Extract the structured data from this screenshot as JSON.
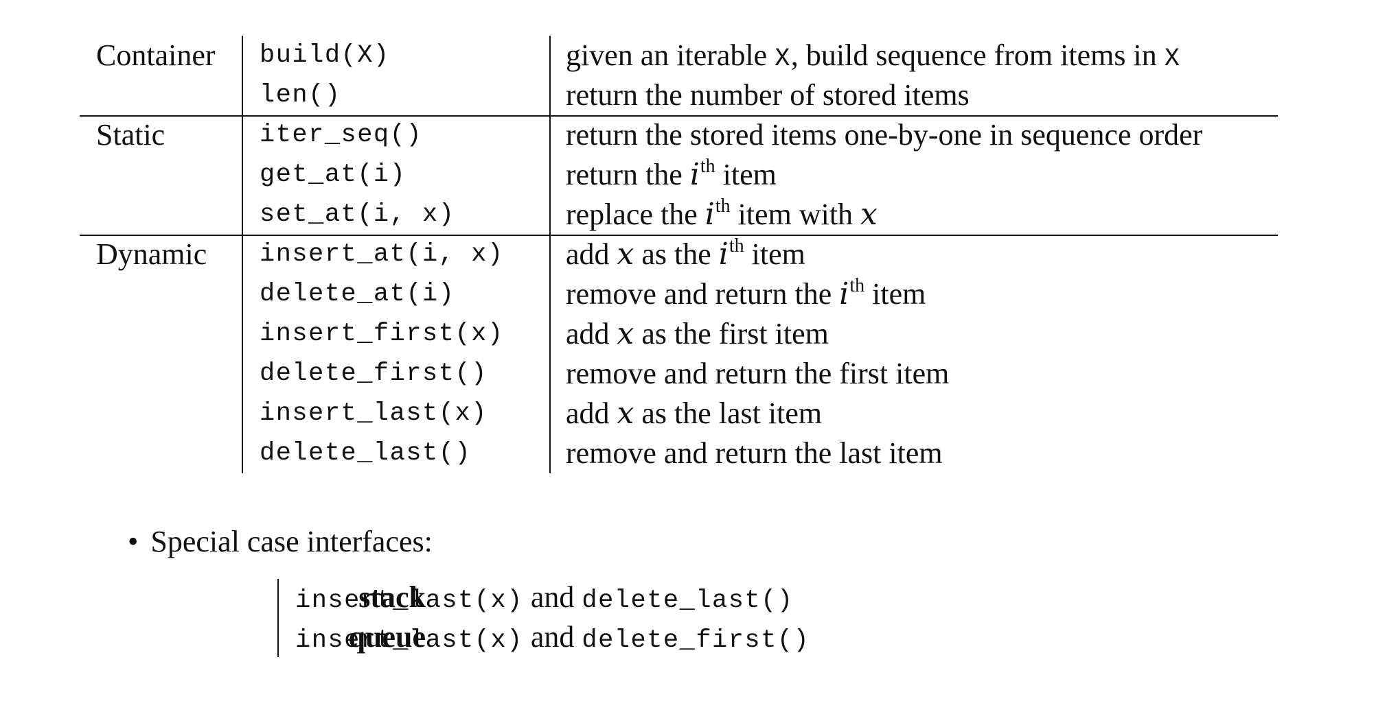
{
  "interface_table": {
    "groups": [
      {
        "name": "Container",
        "rows": [
          {
            "op": "build(X)",
            "desc": [
              {
                "t": "given an iterable "
              },
              {
                "t": "X",
                "mono": true
              },
              {
                "t": ", build sequence from items in "
              },
              {
                "t": "X",
                "mono": true
              }
            ]
          },
          {
            "op": "len()",
            "desc": [
              {
                "t": "return the number of stored items"
              }
            ]
          }
        ]
      },
      {
        "name": "Static",
        "rows": [
          {
            "op": "iter_seq()",
            "desc": [
              {
                "t": "return the stored items one-by-one in sequence order"
              }
            ]
          },
          {
            "op": "get_at(i)",
            "desc": [
              {
                "t": "return the "
              },
              {
                "t": "i",
                "math": true
              },
              {
                "t": "th",
                "sup": true
              },
              {
                "t": " item"
              }
            ]
          },
          {
            "op": "set_at(i, x)",
            "desc": [
              {
                "t": "replace the "
              },
              {
                "t": "i",
                "math": true
              },
              {
                "t": "th",
                "sup": true
              },
              {
                "t": " item with "
              },
              {
                "t": "x",
                "math": true
              }
            ]
          }
        ]
      },
      {
        "name": "Dynamic",
        "rows": [
          {
            "op": "insert_at(i, x)",
            "desc": [
              {
                "t": "add "
              },
              {
                "t": "x",
                "math": true
              },
              {
                "t": " as the "
              },
              {
                "t": "i",
                "math": true
              },
              {
                "t": "th",
                "sup": true
              },
              {
                "t": " item"
              }
            ]
          },
          {
            "op": "delete_at(i)",
            "desc": [
              {
                "t": "remove and return the "
              },
              {
                "t": "i",
                "math": true
              },
              {
                "t": "th",
                "sup": true
              },
              {
                "t": " item"
              }
            ]
          },
          {
            "op": "insert_first(x)",
            "desc": [
              {
                "t": "add "
              },
              {
                "t": "x",
                "math": true
              },
              {
                "t": " as the first item"
              }
            ]
          },
          {
            "op": "delete_first()",
            "desc": [
              {
                "t": "remove and return the first item"
              }
            ]
          },
          {
            "op": "insert_last(x)",
            "desc": [
              {
                "t": "add "
              },
              {
                "t": "x",
                "math": true
              },
              {
                "t": " as the last item"
              }
            ]
          },
          {
            "op": "delete_last()",
            "desc": [
              {
                "t": "remove and return the last item"
              }
            ]
          }
        ]
      }
    ]
  },
  "bullet": {
    "symbol": "•",
    "text": "Special case interfaces:"
  },
  "special_cases": [
    {
      "name": "stack",
      "op1": "insert_last(x)",
      "joiner": " and ",
      "op2": "delete_last()"
    },
    {
      "name": "queue",
      "op1": "insert_last(x)",
      "joiner": " and ",
      "op2": "delete_first()"
    }
  ]
}
